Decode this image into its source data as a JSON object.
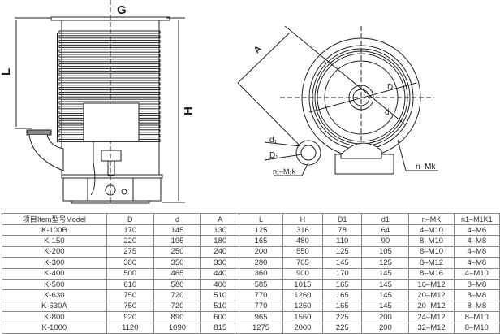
{
  "drawing": {
    "labels": {
      "G": "G",
      "L": "L",
      "H": "H",
      "A": "A",
      "D": "D",
      "d": "d",
      "d1": "d₁",
      "D1": "D₁",
      "n1_M1k": "n₁–M₁k",
      "n_Mk": "n–Mk"
    }
  },
  "table": {
    "headers": [
      "项目Item型号Model",
      "D",
      "d",
      "A",
      "L",
      "H",
      "D1",
      "d1",
      "n–MK",
      "n1–M1K1"
    ],
    "rows": [
      [
        "K-100B",
        "170",
        "145",
        "130",
        "125",
        "316",
        "78",
        "64",
        "4–M10",
        "4–M6"
      ],
      [
        "K-150",
        "220",
        "195",
        "180",
        "165",
        "480",
        "110",
        "90",
        "8–M10",
        "4–M8"
      ],
      [
        "K-200",
        "275",
        "250",
        "240",
        "200",
        "550",
        "125",
        "105",
        "8–M10",
        "4–M8"
      ],
      [
        "K-300",
        "380",
        "350",
        "330",
        "280",
        "705",
        "145",
        "125",
        "8–M12",
        "4–M8"
      ],
      [
        "K-400",
        "500",
        "465",
        "440",
        "360",
        "900",
        "170",
        "145",
        "8–M16",
        "4–M10"
      ],
      [
        "K-500",
        "610",
        "580",
        "400",
        "585",
        "1015",
        "165",
        "145",
        "16–M12",
        "8–M8"
      ],
      [
        "K-630",
        "750",
        "720",
        "510",
        "770",
        "1260",
        "165",
        "145",
        "20–M12",
        "8–M8"
      ],
      [
        "K-630A",
        "750",
        "720",
        "510",
        "770",
        "1260",
        "165",
        "145",
        "20–M12",
        "8–M8"
      ],
      [
        "K-800",
        "920",
        "890",
        "600",
        "965",
        "1560",
        "225",
        "200",
        "24–M12",
        "8–M10"
      ],
      [
        "K-1000",
        "1120",
        "1090",
        "815",
        "1275",
        "2000",
        "225",
        "200",
        "32–M12",
        "8–M10"
      ]
    ]
  }
}
